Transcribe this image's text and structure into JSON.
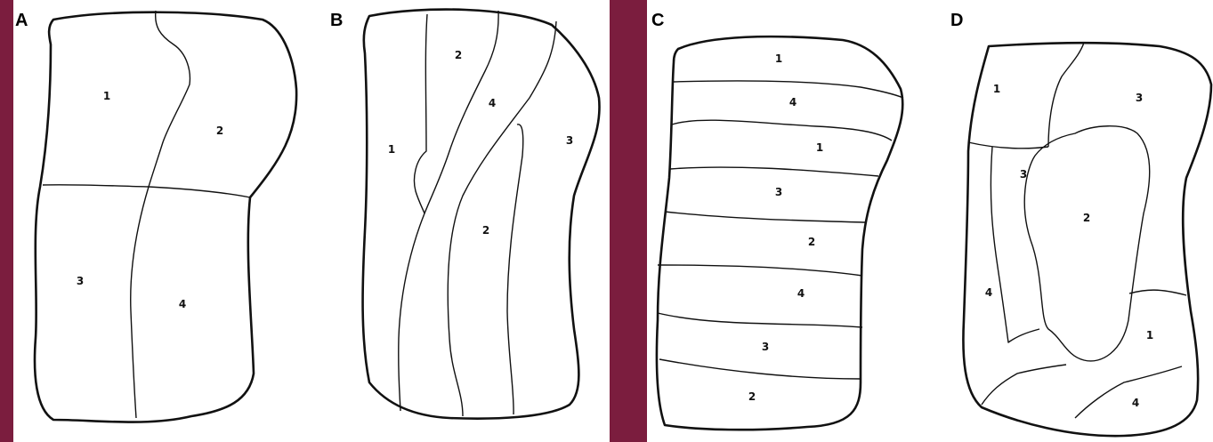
{
  "panels": [
    {
      "id": "A",
      "letter": "A",
      "labels": [
        "1",
        "2",
        "3",
        "4"
      ]
    },
    {
      "id": "B",
      "letter": "B",
      "labels": [
        "2",
        "4",
        "1",
        "3",
        "2"
      ]
    },
    {
      "id": "C",
      "letter": "C",
      "labels": [
        "1",
        "4",
        "1",
        "3",
        "2",
        "4",
        "3",
        "2"
      ]
    },
    {
      "id": "D",
      "letter": "D",
      "labels": [
        "1",
        "3",
        "3",
        "2",
        "4",
        "1",
        "4"
      ]
    }
  ]
}
